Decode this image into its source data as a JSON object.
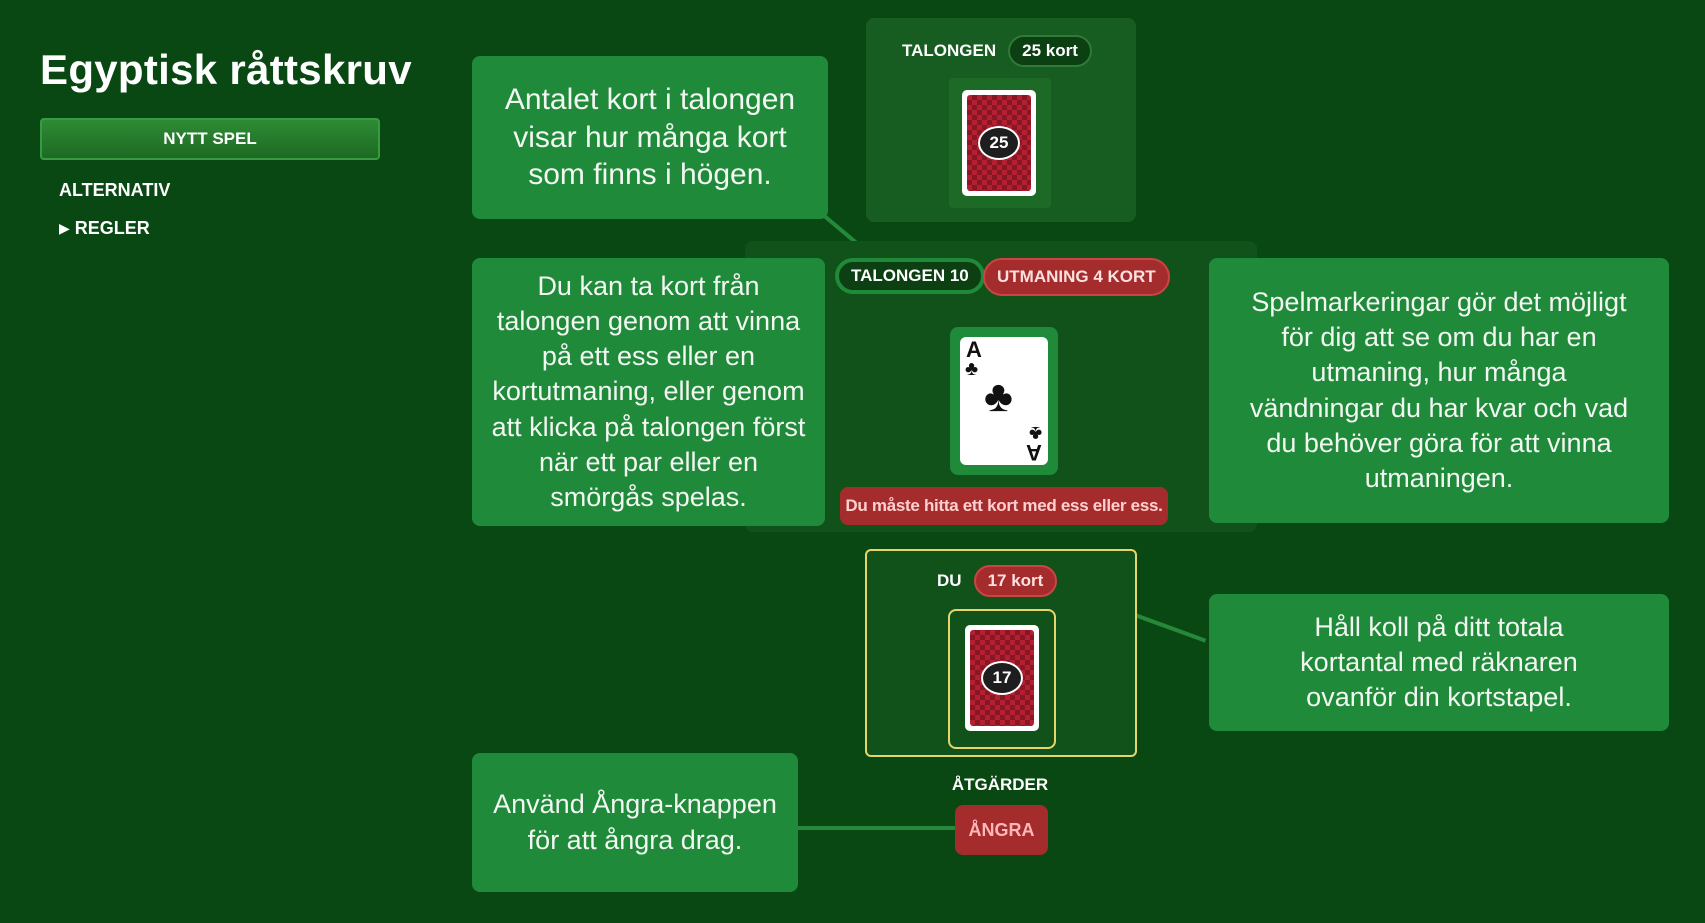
{
  "sidebar": {
    "title": "Egyptisk råttskruv",
    "new_game": "NYTT SPEL",
    "options": "ALTERNATIV",
    "rules": "REGLER",
    "rules_icon": "triangle-right-icon"
  },
  "talon": {
    "label": "TALONGEN",
    "count_pill": "25 kort",
    "card_count": "25"
  },
  "play": {
    "talon_marker": "TALONGEN 10",
    "challenge_marker": "UTMANING 4 KORT",
    "card_rank": "A",
    "card_suit": "♣",
    "hint": "Du måste hitta ett kort med ess eller ess."
  },
  "player": {
    "label": "DU",
    "count_pill": "17 kort",
    "card_count": "17"
  },
  "actions": {
    "label": "ÅTGÄRDER",
    "undo": "ÅNGRA"
  },
  "callouts": {
    "talon": "Antalet kort i talongen visar hur många kort som finns i högen.",
    "take": "Du kan ta kort från talongen genom att vinna på ett ess eller en kortutmaning, eller genom att klicka på talongen först när ett par eller en smörgås spelas.",
    "markers": "Spelmarkeringar gör det möjligt för dig att se om du har en utmaning, hur många vändningar du har kvar och vad du behöver göra för att vinna utmaningen.",
    "counter": "Håll koll på ditt totala kortantal med räknaren ovanför din kortstapel.",
    "undo": "Använd Ångra-knappen för att ångra drag."
  },
  "colors": {
    "background": "#0a4813",
    "callout": "#1f8a39",
    "danger": "#a42c2c",
    "highlight": "#e6d66a"
  }
}
